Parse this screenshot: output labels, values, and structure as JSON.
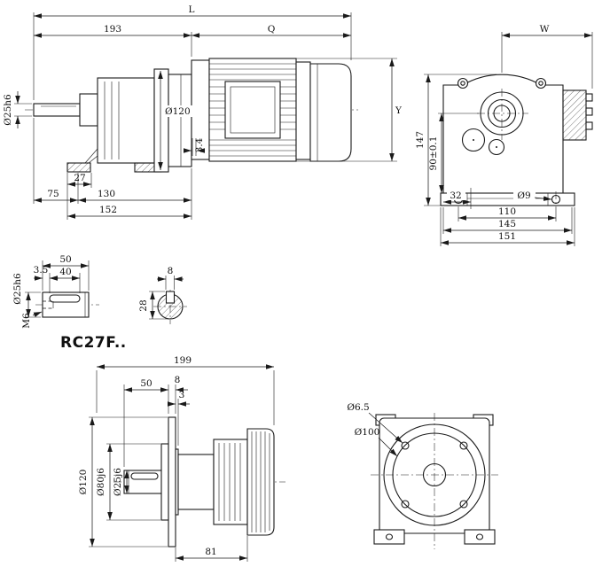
{
  "model_label": "RC27F..",
  "colors": {
    "line": "#1a1a1a",
    "background": "#ffffff"
  },
  "side_view": {
    "dims": {
      "overall_length": "L",
      "gear_unit_length": "193",
      "motor_length": "Q",
      "output_shaft_dia": "Ø25h6",
      "flange_dia": "Ø120",
      "gap": "3.4",
      "motor_height": "Y",
      "foot_hole_offset": "27",
      "shaft_to_foot": "75",
      "foot_spacing": "130",
      "foot_overall": "152"
    }
  },
  "end_view": {
    "dims": {
      "width": "W",
      "overall_height": "147",
      "shaft_center_height": "90±0.1",
      "foot_edge_to_hole": "32",
      "foot_hole_dia": "Ø9",
      "foot_hole_spacing": "110",
      "foot_width": "145",
      "overall_width": "151"
    }
  },
  "shaft_detail": {
    "dims": {
      "shaft_length": "50",
      "keyway_offset": "3.5",
      "keyway_length": "40",
      "shaft_dia": "Ø25h6",
      "end_tap": "M6"
    }
  },
  "key_section": {
    "dims": {
      "key_width": "8",
      "overall_height": "28"
    }
  },
  "flange_view": {
    "dims": {
      "overall_length": "199",
      "shaft_length": "50",
      "flange_thickness": "8",
      "step": "3",
      "flange_dia": "Ø120",
      "spigot_dia": "Ø80j6",
      "shaft_dia": "Ø25j6",
      "housing_length": "81"
    }
  },
  "flange_face_view": {
    "dims": {
      "bolt_hole_dia": "Ø6.5",
      "bolt_circle_dia": "Ø100"
    }
  }
}
